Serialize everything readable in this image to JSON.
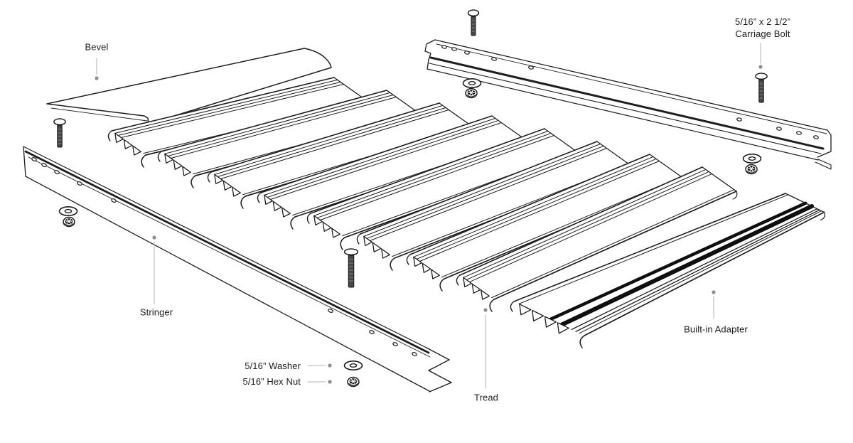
{
  "diagram": {
    "kind": "exploded-parts-diagram",
    "subject": "dock decking kit"
  },
  "labels": {
    "bevel": "Bevel",
    "carriage_bolt_line1": "5/16” x 2 1/2”",
    "carriage_bolt_line2": "Carriage Bolt",
    "stringer": "Stringer",
    "washer": "5/16” Washer",
    "hex_nut": "5/16” Hex Nut",
    "tread": "Tread",
    "built_in_adapter": "Built-in Adapter"
  },
  "colors": {
    "background": "#ffffff",
    "line_art": "#1e1e20",
    "label_text": "#1d1d1f",
    "leader_line": "#b6b6b6",
    "leader_dot": "#8e8e8e",
    "bolt_shaft": "#474747",
    "adapter_stripe": "#0f0f0f",
    "part_fill": "#ffffff"
  }
}
